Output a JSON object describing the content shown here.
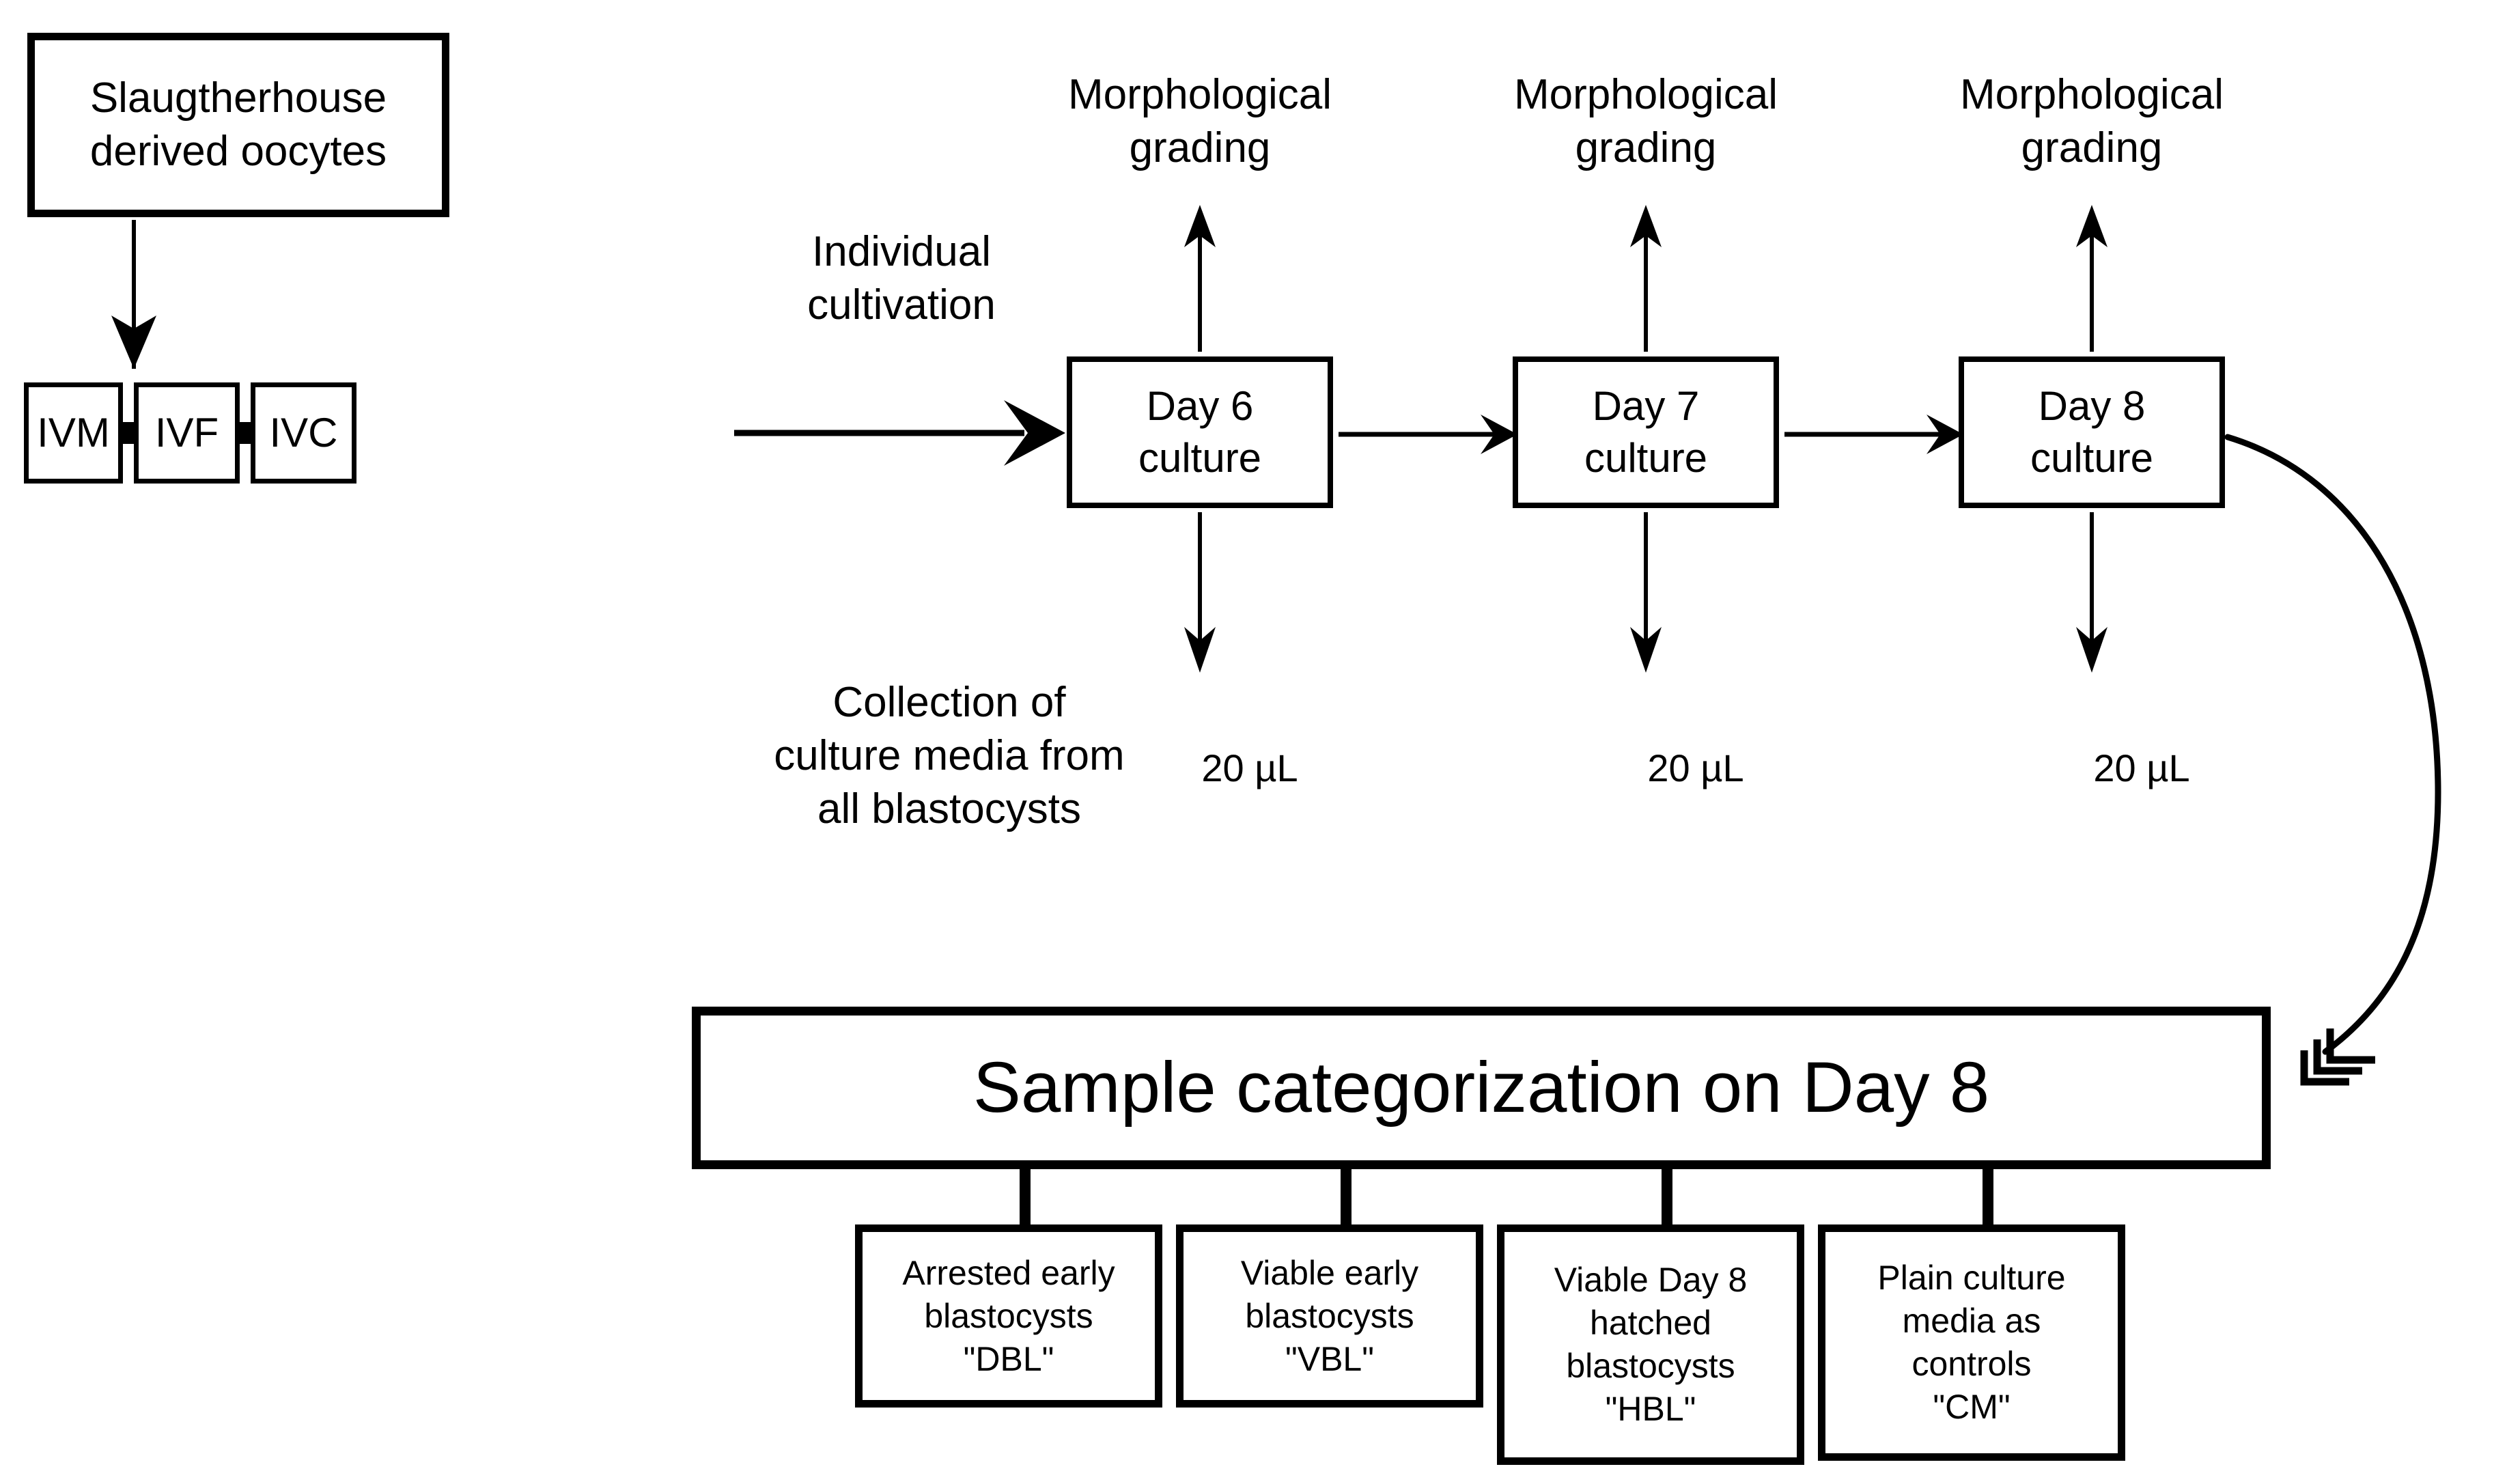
{
  "diagram": {
    "title": "Experimental workflow: bovine embryo culture and Day 8 sample categorization",
    "colors": {
      "ink": "#000000",
      "background": "#ffffff"
    },
    "boxes": {
      "oocytes": "Slaugtherhouse\nderived oocytes",
      "ivm": "IVM",
      "ivf": "IVF",
      "ivc": "IVC",
      "day6": "Day 6\nculture",
      "day7": "Day 7\nculture",
      "day8": "Day 8\nculture",
      "categorization": "Sample categorization on Day 8"
    },
    "categories": [
      {
        "id": "dbl",
        "label": "Arrested early\nblastocysts\n\"DBL\""
      },
      {
        "id": "vbl",
        "label": "Viable early\nblastocysts\n\"VBL\""
      },
      {
        "id": "hbl",
        "label": "Viable Day 8\nhatched\nblastocysts\n\"HBL\""
      },
      {
        "id": "cm",
        "label": "Plain culture\nmedia as\ncontrols\n\"CM\""
      }
    ],
    "labels": {
      "individual_cultivation": "Individual\ncultivation",
      "collection": "Collection of\nculture media from\nall blastocysts",
      "morphological_grading": [
        "Morphological\ngrading",
        "Morphological\ngrading",
        "Morphological\ngrading"
      ],
      "volumes": [
        "20 µL",
        "20 µL",
        "20 µL"
      ]
    }
  }
}
